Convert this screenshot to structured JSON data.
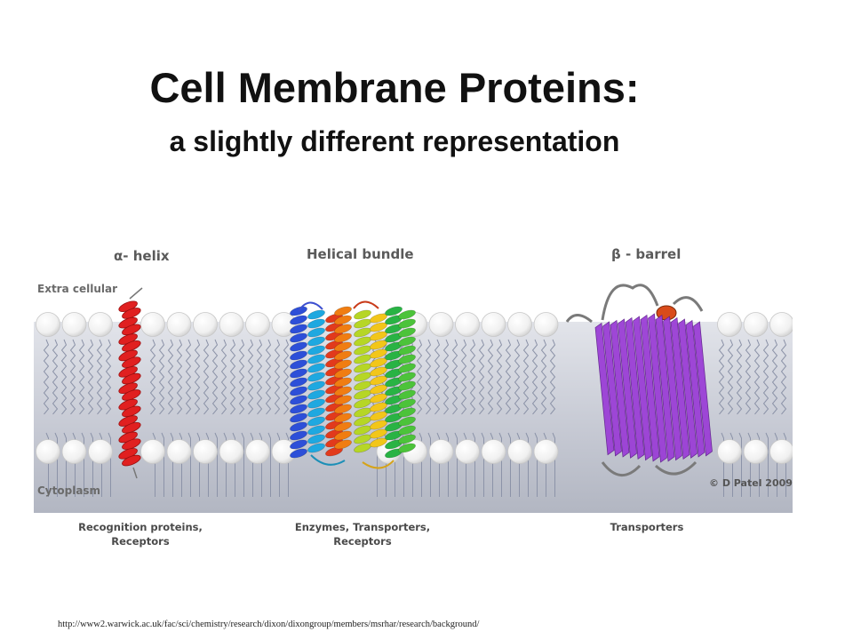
{
  "title": "Cell Membrane Proteins:",
  "subtitle": "a slightly different representation",
  "figure": {
    "sections": [
      {
        "heading": "α- helix",
        "caption_line1": "Recognition proteins,",
        "caption_line2": "Receptors"
      },
      {
        "heading": "Helical bundle",
        "caption_line1": "Enzymes, Transporters,",
        "caption_line2": "Receptors"
      },
      {
        "heading": "β - barrel",
        "caption_line1": "Transporters",
        "caption_line2": ""
      }
    ],
    "regions": {
      "outside": "Extra cellular",
      "inside": "Cytoplasm"
    },
    "copyright": "© D Patel 2009",
    "colors": {
      "helix": "#e02020",
      "barrel": "#9b3fd6",
      "loop": "#7a7a7a",
      "membrane": "#c4c7d1"
    }
  },
  "source_url": "http://www2.warwick.ac.uk/fac/sci/chemistry/research/dixon/dixongroup/members/msrhar/research/background/"
}
